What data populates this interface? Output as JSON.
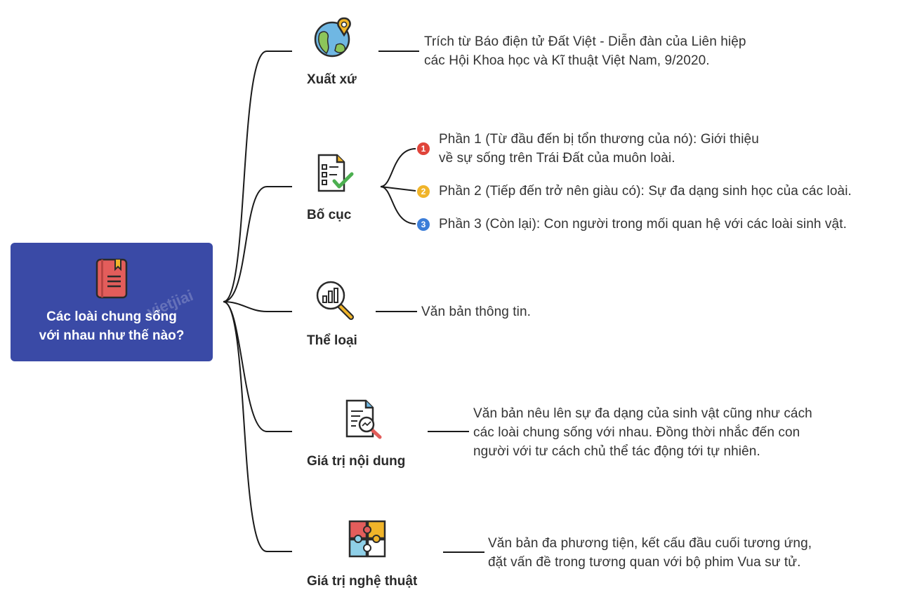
{
  "root": {
    "title_line1": "Các loài chung sống",
    "title_line2": "với nhau như thế nào?",
    "watermark": "vietjiai"
  },
  "branches": {
    "xuat_xu": {
      "label": "Xuất xứ",
      "icon": "globe-pin-icon",
      "text_line1": "Trích từ Báo điện tử Đất Việt - Diễn đàn của Liên hiệp",
      "text_line2": "các Hội Khoa học và Kĩ thuật Việt Nam, 9/2020."
    },
    "bo_cuc": {
      "label": "Bố cục",
      "icon": "checklist-icon",
      "parts": [
        {
          "number": "1",
          "color": "#e0443a",
          "line1": "Phần 1 (Từ đầu đến bị tổn thương của nó): Giới thiệu",
          "line2": "về sự sống trên Trái Đất của muôn loài."
        },
        {
          "number": "2",
          "color": "#f0b429",
          "line1": "Phần 2 (Tiếp đến trở nên giàu có): Sự đa dạng sinh học của các loài."
        },
        {
          "number": "3",
          "color": "#3b7dd8",
          "line1": "Phần 3 (Còn lại): Con người trong mối quan hệ với các loài sinh vật."
        }
      ]
    },
    "the_loai": {
      "label": "Thể loại",
      "icon": "magnifier-chart-icon",
      "text_line1": "Văn bản thông tin."
    },
    "noi_dung": {
      "label": "Giá trị nội dung",
      "icon": "document-analysis-icon",
      "text_line1": "Văn bản nêu lên sự đa dạng của sinh vật cũng như cách",
      "text_line2": "các loài chung sống với nhau. Đồng thời nhắc đến con",
      "text_line3": "người với tư cách chủ thể tác động tới tự nhiên."
    },
    "nghe_thuat": {
      "label": "Giá trị nghệ thuật",
      "icon": "puzzle-icon",
      "text_line1": "Văn bản đa phương tiện, kết cấu đầu cuối tương ứng,",
      "text_line2": "đặt vấn đề trong tương quan với bộ phim Vua sư tử."
    }
  },
  "colors": {
    "root_bg": "#3a4aa6",
    "line": "#1a1a1a"
  }
}
